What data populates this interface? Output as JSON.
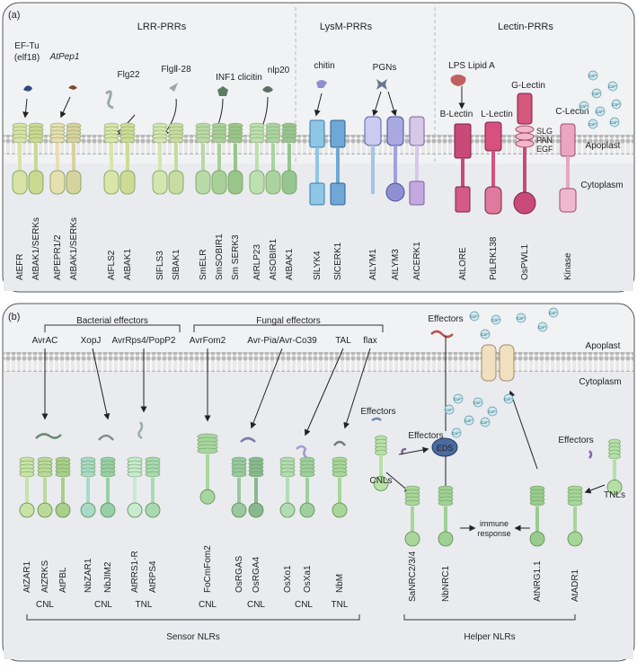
{
  "panel_a": {
    "tag": "(a)",
    "sections": [
      "LRR-PRRs",
      "LysM-PRRs",
      "Lectin-PRRs"
    ],
    "membrane_labels": {
      "apoplast": "Apoplast",
      "cytoplasm": "Cytoplasm"
    },
    "ligands": {
      "ef_tu": "EF-Tu",
      "elf18": "(elf18)",
      "atpep1": "AtPep1",
      "flg22": "Flg22",
      "flgii28": "FlgⅡ-28",
      "inf1": "INF1 clicitin",
      "nlp20": "nlp20",
      "chitin": "chitin",
      "pgns": "PGNs",
      "lps": "LPS Lipid A",
      "calcium": "Ca²⁺"
    },
    "domain_labels": {
      "b_lectin": "B-Lectin",
      "l_lectin": "L-Lectin",
      "g_lectin": "G-Lectin",
      "c_lectin": "C-Lectin",
      "slg": "SLG",
      "pan": "PAN",
      "egf": "EGF"
    },
    "receptors": {
      "atefr": "AtEFR",
      "atbak1_serks_1": "AtBAK1/SERKs",
      "atpepr": "AtPEPR1/2",
      "atbak1_serks_2": "AtBAK1/SERKs",
      "atfls2": "AtFLS2",
      "atbak1_1": "AtBAK1",
      "slfls3": "SlFLS3",
      "slbak1": "SlBAK1",
      "smelr": "SmELR",
      "smsobir1": "SmSOBIR1",
      "smserk3": "Sm SERK3",
      "atrlp23": "AtRLP23",
      "atsobir1": "AtSOBIR1",
      "atbak1_2": "AtBAK1",
      "sllyk4": "SlLYK4",
      "slcerk1": "SlCERK1",
      "atlym1": "AtLYM1",
      "atlym3": "AtLYM3",
      "atcerk1": "AtCERK1",
      "atlore": "AtLORE",
      "pdlrk138": "PdLRK138",
      "ospwl1": "OsPWL1",
      "kinase": "Kinase"
    }
  },
  "panel_b": {
    "tag": "(b)",
    "group_headers": {
      "bacterial": "Bacterial effectors",
      "fungal": "Fungal effectors"
    },
    "effectors": {
      "avrac": "AvrAC",
      "xopj": "XopJ",
      "avrrps4": "AvrRps4/PopP2",
      "avrfom2": "AvrFom2",
      "avrpia": "Avr-Pia/Avr-Co39",
      "tal": "TAL",
      "flax": "flax",
      "effectors_top": "Effectors",
      "effectors_cnl": "Effectors",
      "effectors_mid": "Effectors",
      "effectors_tnl": "Effectors"
    },
    "membrane_labels": {
      "apoplast": "Apoplast",
      "cytoplasm": "Cytoplasm"
    },
    "eds": "EDS",
    "calcium": "Ca²⁺",
    "immune_response": [
      "immune",
      "response"
    ],
    "cnls_label": "CNLs",
    "tnls_label": "TNLs",
    "nlrs": {
      "atzar1": "AtZAR1",
      "atzrk": "AtZRKS",
      "atpbl": "AtPBL",
      "nbzar1": "NbZAR1",
      "nbjim2": "NbJIM2",
      "atrrs1r": "AtRRS1-R",
      "atrps4": "AtRPS4",
      "focmfom2": "FoCmFom2",
      "osrgas": "OsRGAS",
      "osrga4": "OsRGA4",
      "osxo1": "OsXo1",
      "osxa1": "OsXa1",
      "nbm": "NbM",
      "sanrc": "SaNRC2/3/4",
      "nbnrc1": "NbNRC1",
      "atnrg11": "AtNRG1.1",
      "atadr1": "AtADR1"
    },
    "class_labels": {
      "c1": "CNL",
      "c2": "CNL",
      "c3": "TNL",
      "c4": "CNL",
      "c5": "CNL",
      "c6": "CNL",
      "c7": "TNL"
    },
    "group_footers": {
      "sensor": "Sensor NLRs",
      "helper": "Helper NLRs"
    }
  },
  "colors": {
    "panel_bg": "#f1f2f4",
    "lrr_green": "#cfdc9a",
    "lysm_blue": "#7fb8dc",
    "lectin_pink": "#c0466c",
    "nlr_green": "#a9d19a"
  }
}
